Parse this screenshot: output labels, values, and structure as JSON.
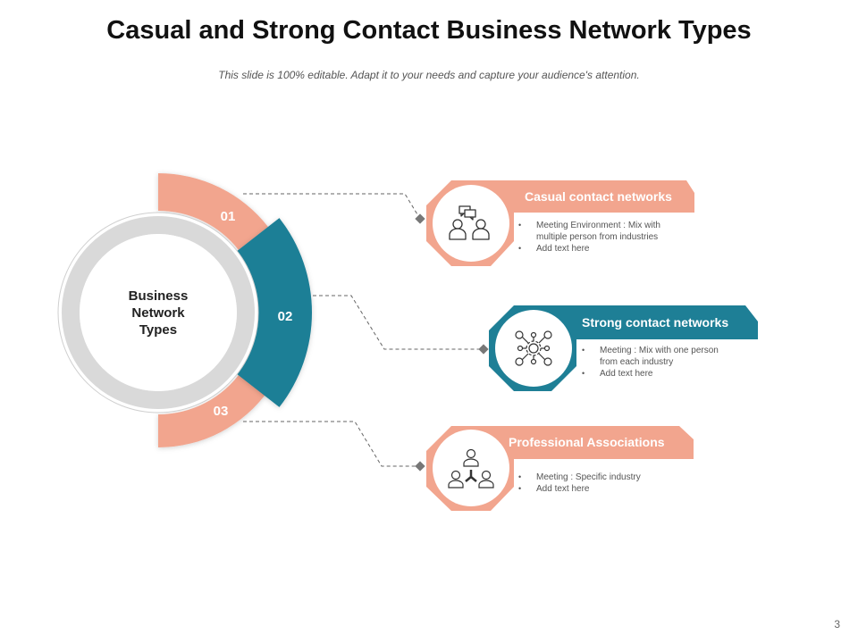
{
  "slide": {
    "title": "Casual and Strong Contact Business Network Types",
    "subtitle": "This slide is 100% editable. Adapt it to your needs and capture your audience's attention.",
    "page_number": "3"
  },
  "colors": {
    "salmon": "#F2A58E",
    "teal": "#1E7F96",
    "ring_gray": "#D9D9D9",
    "connector": "#666666"
  },
  "center": {
    "label_lines": [
      "Business",
      "Network",
      "Types"
    ]
  },
  "segments": [
    {
      "number": "01",
      "color": "salmon"
    },
    {
      "number": "02",
      "color": "teal"
    },
    {
      "number": "03",
      "color": "salmon"
    }
  ],
  "cards": [
    {
      "title": "Casual contact networks",
      "color": "salmon",
      "icon": "chat-people-icon",
      "bullets": [
        "Meeting Environment : Mix with multiple person from industries",
        "Add text here"
      ]
    },
    {
      "title": "Strong contact networks",
      "color": "teal",
      "icon": "network-hub-icon",
      "bullets": [
        "Meeting : Mix with one person from each industry",
        "Add text here"
      ]
    },
    {
      "title": "Professional Associations",
      "color": "salmon",
      "icon": "team-hierarchy-icon",
      "bullets": [
        "Meeting : Specific industry",
        "Add text here"
      ]
    }
  ]
}
